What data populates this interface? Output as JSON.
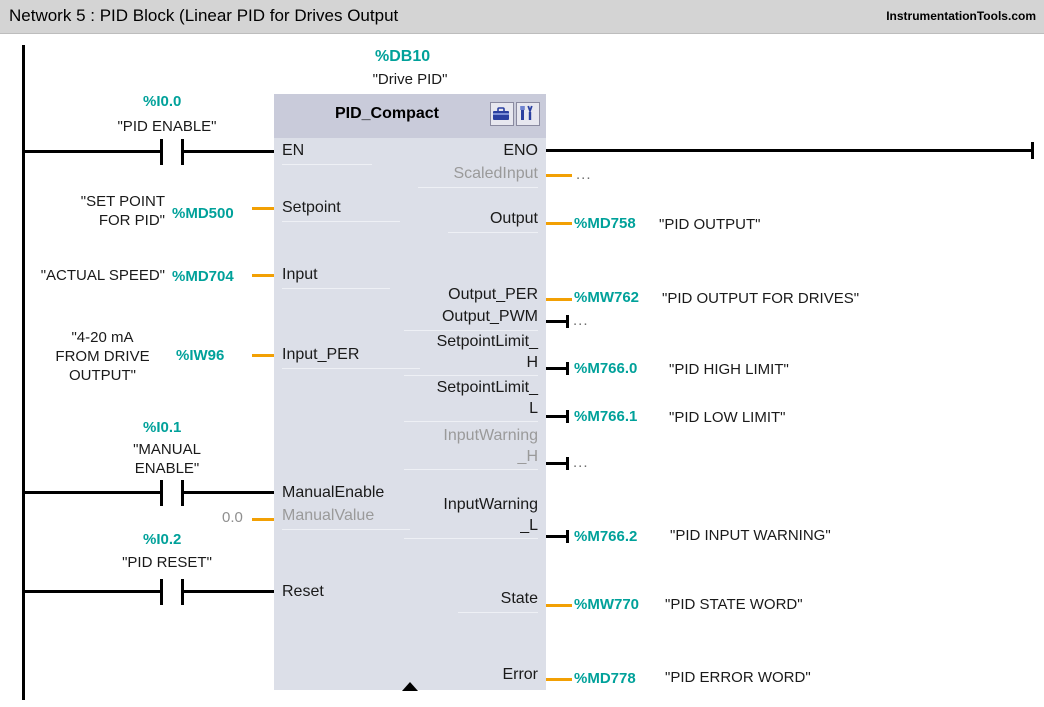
{
  "header": {
    "network_title": "Network 5 : PID Block (Linear PID for Drives Output",
    "watermark": "InstrumentationTools.com"
  },
  "block": {
    "db_address": "%DB10",
    "db_symbol": "\"Drive PID\"",
    "title": "PID_Compact",
    "icon_1": "toolbox-icon",
    "icon_2": "tools-icon",
    "expand_icon": "expand-triangle-icon"
  },
  "inputs": [
    {
      "port": "EN",
      "address": "%I0.0",
      "symbol": "\"PID ENABLE\"",
      "kind": "contact"
    },
    {
      "port": "Setpoint",
      "address": "%MD500",
      "symbol": "\"SET POINT\nFOR PID\"",
      "kind": "operand"
    },
    {
      "port": "Input",
      "address": "%MD704",
      "symbol": "\"ACTUAL SPEED\"",
      "kind": "operand"
    },
    {
      "port": "Input_PER",
      "address": "%IW96",
      "symbol": "\"4-20 mA\nFROM DRIVE\nOUTPUT\"",
      "kind": "operand"
    },
    {
      "port": "ManualEnable",
      "address": "%I0.1",
      "symbol": "\"MANUAL\nENABLE\"",
      "kind": "contact"
    },
    {
      "port": "ManualValue",
      "address": "0.0",
      "symbol": "",
      "kind": "constant"
    },
    {
      "port": "Reset",
      "address": "%I0.2",
      "symbol": "\"PID RESET\"",
      "kind": "contact"
    }
  ],
  "outputs": [
    {
      "port": "ENO",
      "address": "",
      "symbol": "",
      "kind": "rung",
      "dim": false
    },
    {
      "port": "ScaledInput",
      "address": "...",
      "symbol": "",
      "kind": "unwired",
      "dim": true
    },
    {
      "port": "Output",
      "address": "%MD758",
      "symbol": "\"PID OUTPUT\"",
      "kind": "operand",
      "dim": false
    },
    {
      "port": "Output_PER",
      "address": "%MW762",
      "symbol": "\"PID OUTPUT FOR DRIVES\"",
      "kind": "operand",
      "dim": false
    },
    {
      "port": "Output_PWM",
      "address": "...",
      "symbol": "",
      "kind": "unwired",
      "dim": false
    },
    {
      "port": "SetpointLimit_\nH",
      "address": "%M766.0",
      "symbol": "\"PID HIGH LIMIT\"",
      "kind": "bit",
      "dim": false
    },
    {
      "port": "SetpointLimit_\nL",
      "address": "%M766.1",
      "symbol": "\"PID LOW LIMIT\"",
      "kind": "bit",
      "dim": false
    },
    {
      "port": "InputWarning\n_H",
      "address": "...",
      "symbol": "",
      "kind": "unwired",
      "dim": true
    },
    {
      "port": "InputWarning\n_L",
      "address": "%M766.2",
      "symbol": "\"PID INPUT WARNING\"",
      "kind": "bit",
      "dim": false
    },
    {
      "port": "State",
      "address": "%MW770",
      "symbol": "\"PID STATE WORD\"",
      "kind": "operand",
      "dim": false
    },
    {
      "port": "Error",
      "address": "%MD778",
      "symbol": "\"PID ERROR WORD\"",
      "kind": "operand",
      "dim": false
    }
  ],
  "colors": {
    "address_teal": "#00a19a",
    "wire_orange": "#f2a004",
    "block_body": "#dcdfe8",
    "block_title_bar": "#c9cbda",
    "header_bar": "#d4d4d4",
    "dim_text": "#9a9a9a"
  }
}
